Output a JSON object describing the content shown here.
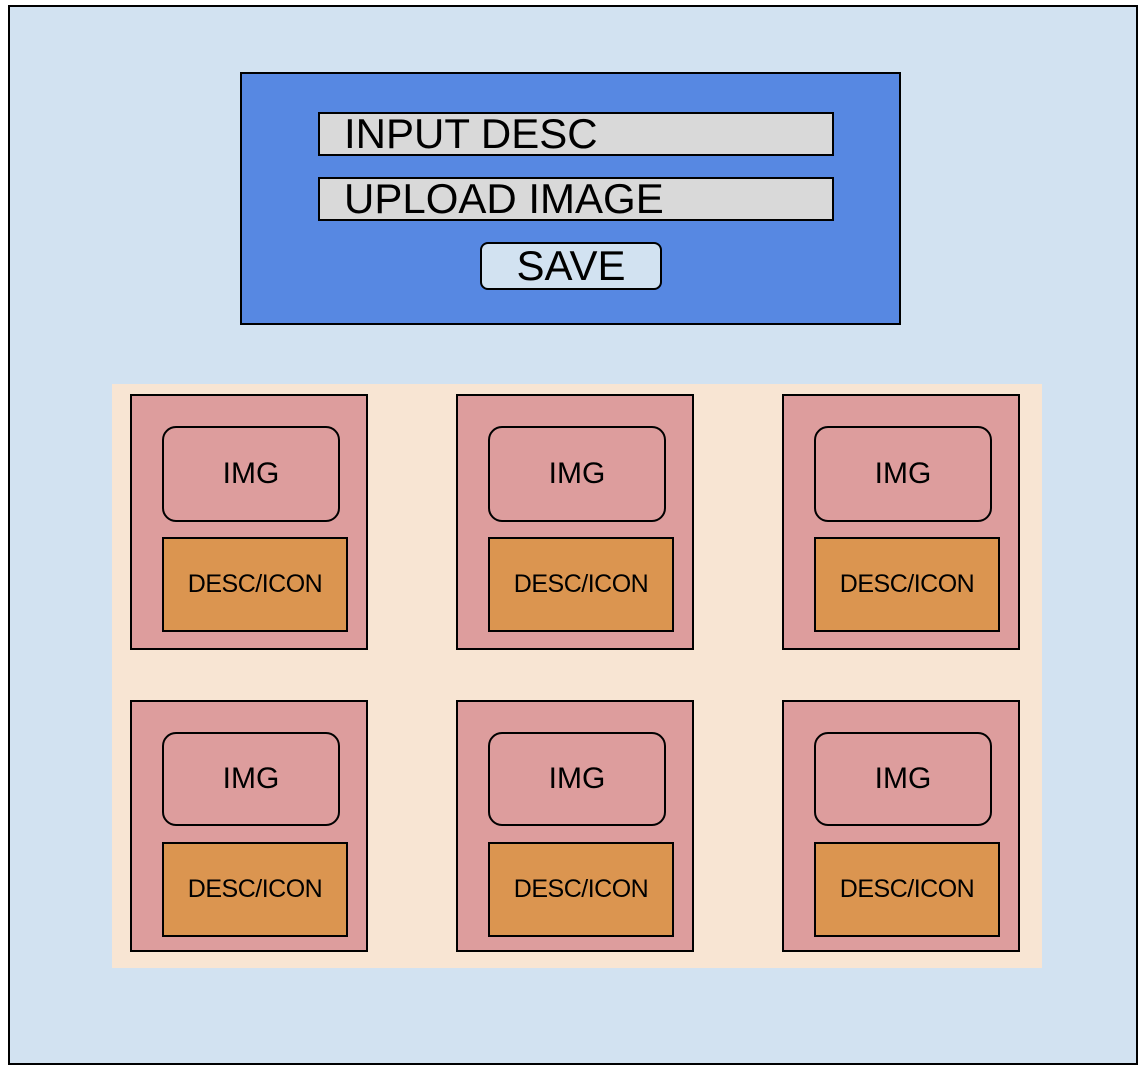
{
  "colors": {
    "background": "#d2e2f1",
    "form_panel": "#5788e2",
    "field": "#d9d9d9",
    "save_button": "#d2e2f1",
    "grid_area": "#f8e5d3",
    "card": "#dd9d9d",
    "desc_box": "#db9550"
  },
  "form": {
    "input_desc_label": "INPUT DESC",
    "upload_image_label": "UPLOAD IMAGE",
    "save_label": "SAVE"
  },
  "cards": [
    {
      "img_label": "IMG",
      "desc_label": "DESC/ICON"
    },
    {
      "img_label": "IMG",
      "desc_label": "DESC/ICON"
    },
    {
      "img_label": "IMG",
      "desc_label": "DESC/ICON"
    },
    {
      "img_label": "IMG",
      "desc_label": "DESC/ICON"
    },
    {
      "img_label": "IMG",
      "desc_label": "DESC/ICON"
    },
    {
      "img_label": "IMG",
      "desc_label": "DESC/ICON"
    }
  ]
}
